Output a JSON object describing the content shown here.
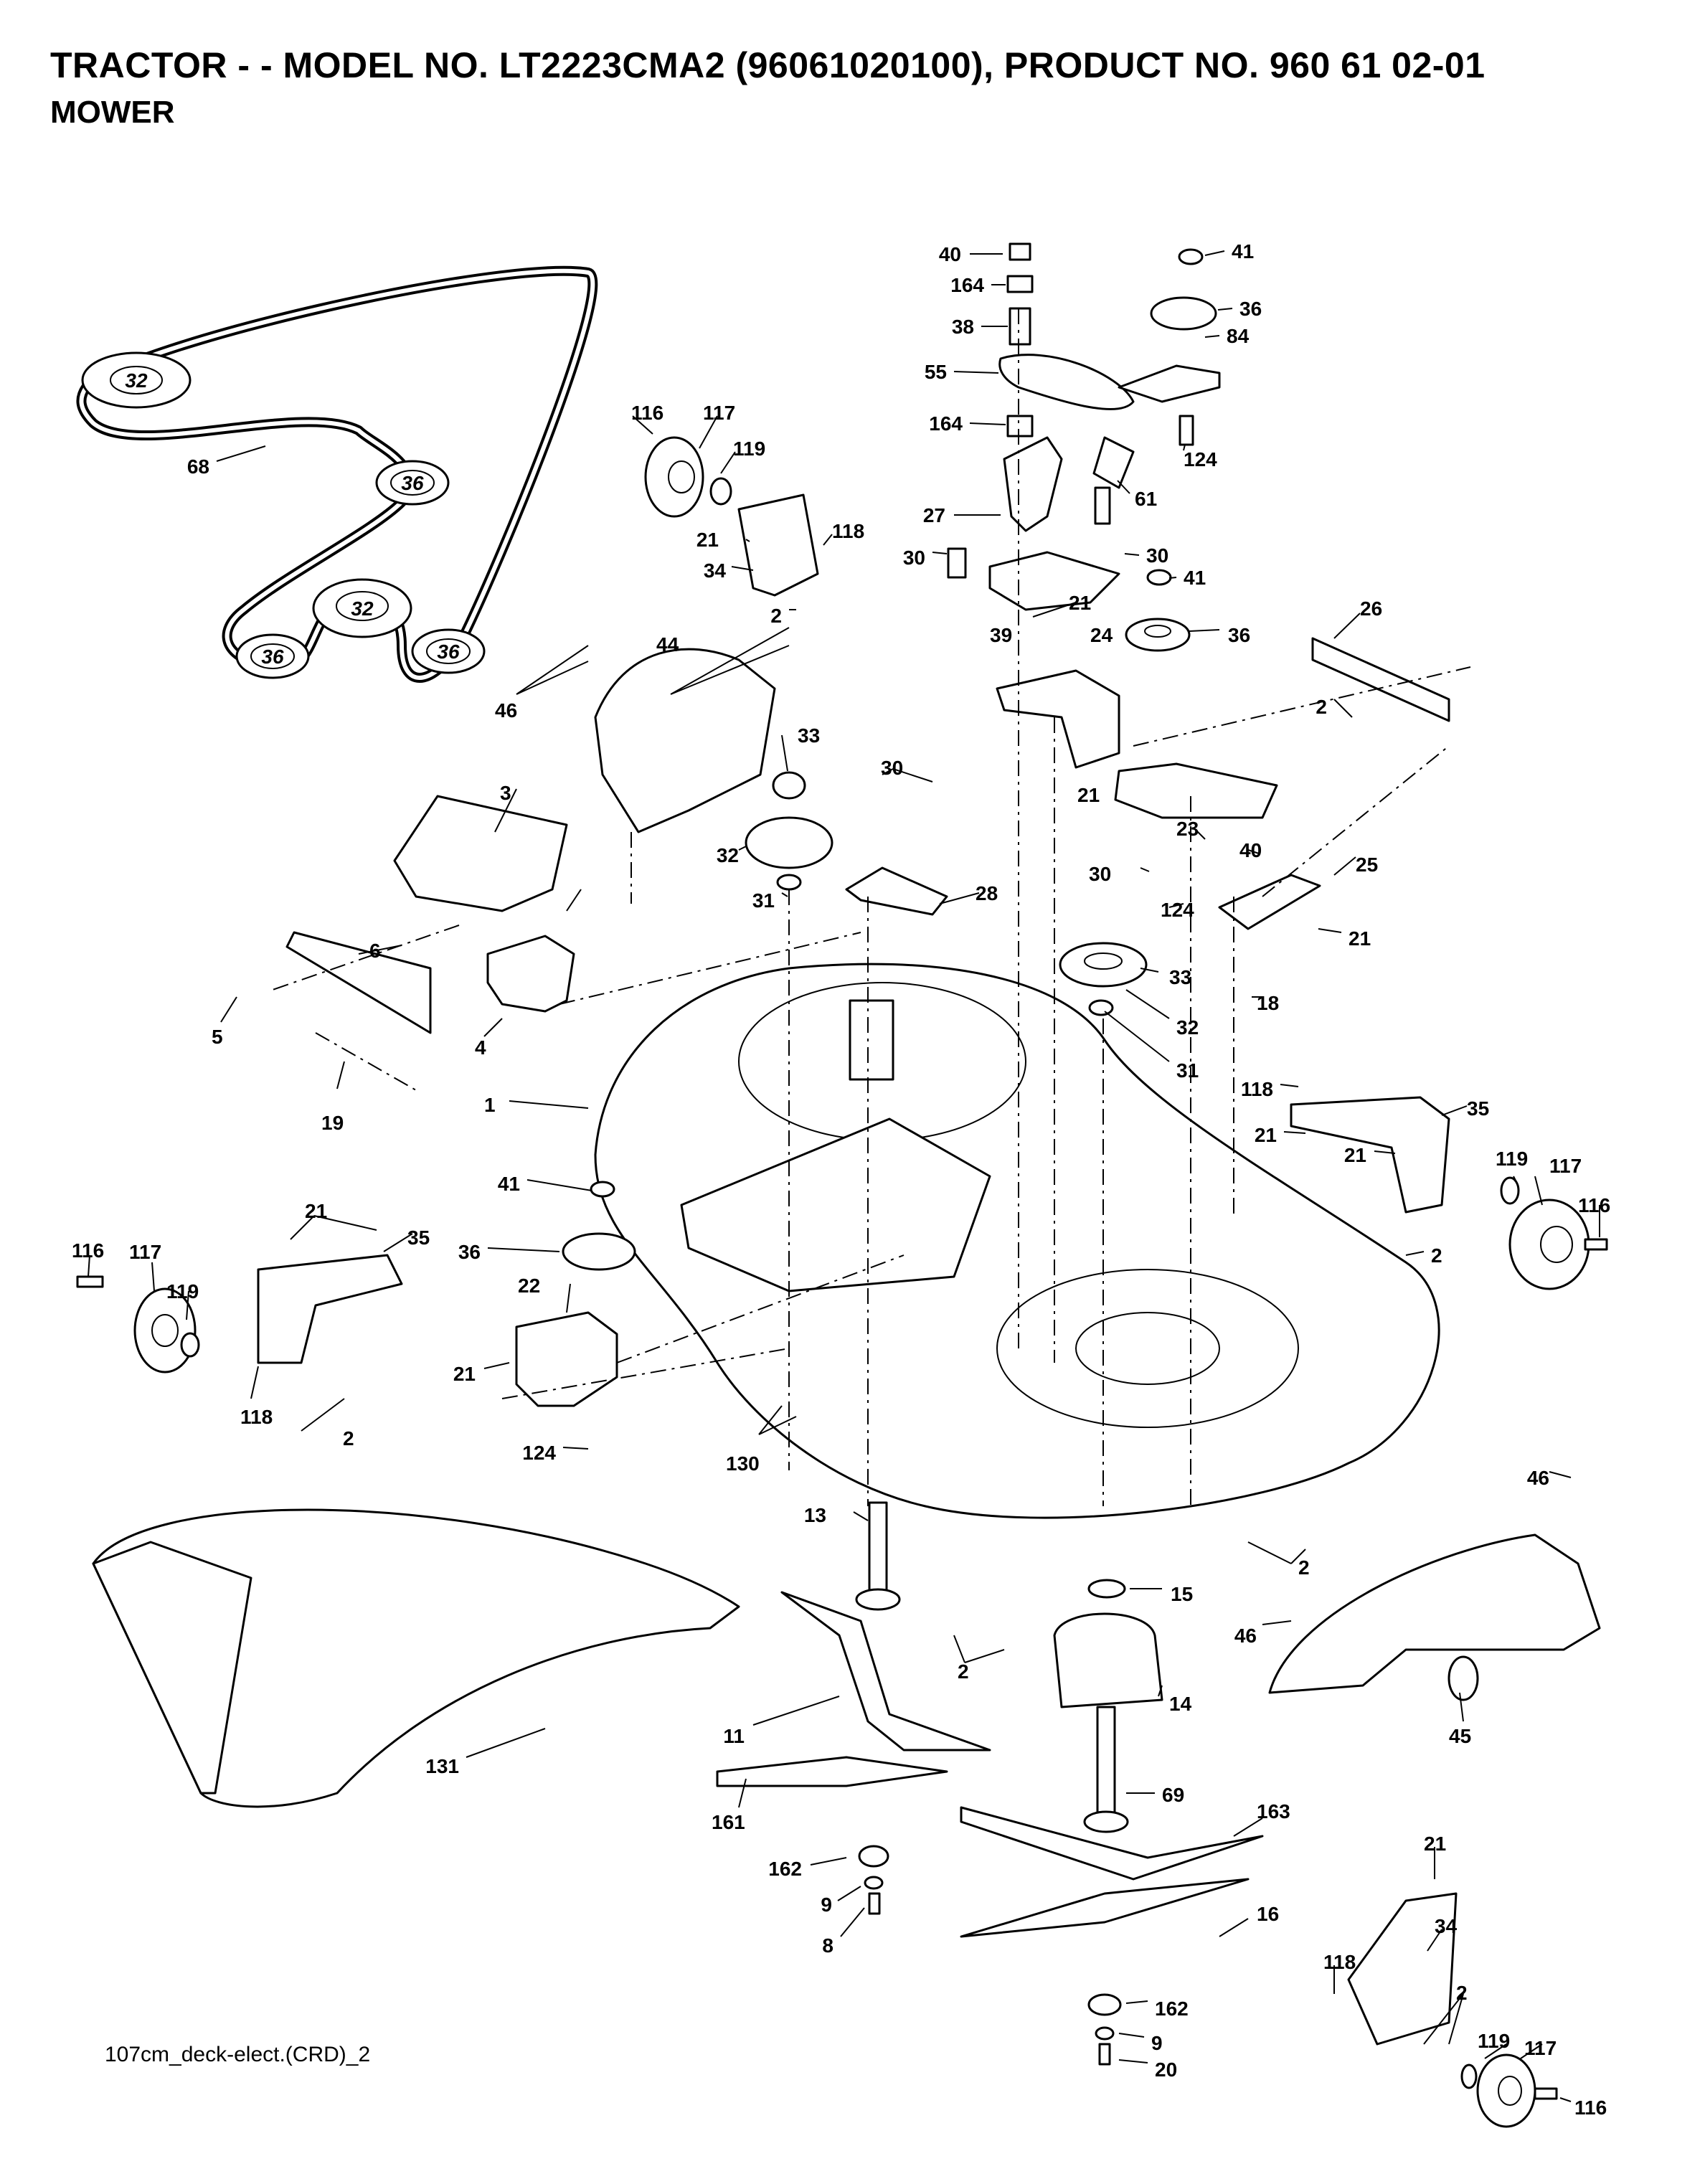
{
  "header": {
    "title": "TRACTOR - - MODEL NO. LT2223CMA2 (96061020100), PRODUCT NO. 960 61 02-01",
    "subtitle": "MOWER"
  },
  "footer": {
    "reference": "107cm_deck-elect.(CRD)_2"
  },
  "callouts": [
    {
      "id": "c40a",
      "text": "40"
    },
    {
      "id": "c41a",
      "text": "41"
    },
    {
      "id": "c164a",
      "text": "164"
    },
    {
      "id": "c36a",
      "text": "36"
    },
    {
      "id": "c38",
      "text": "38"
    },
    {
      "id": "c84",
      "text": "84"
    },
    {
      "id": "c55",
      "text": "55"
    },
    {
      "id": "c164b",
      "text": "164"
    },
    {
      "id": "c124a",
      "text": "124"
    },
    {
      "id": "c116a",
      "text": "116"
    },
    {
      "id": "c117a",
      "text": "117"
    },
    {
      "id": "c119a",
      "text": "119"
    },
    {
      "id": "c68",
      "text": "68"
    },
    {
      "id": "c61",
      "text": "61"
    },
    {
      "id": "c27",
      "text": "27"
    },
    {
      "id": "c118a",
      "text": "118"
    },
    {
      "id": "c21a",
      "text": "21"
    },
    {
      "id": "c30a",
      "text": "30"
    },
    {
      "id": "c30b",
      "text": "30"
    },
    {
      "id": "c34a",
      "text": "34"
    },
    {
      "id": "c41b",
      "text": "41"
    },
    {
      "id": "c2a",
      "text": "2"
    },
    {
      "id": "c21b",
      "text": "21"
    },
    {
      "id": "c39",
      "text": "39"
    },
    {
      "id": "c24",
      "text": "24"
    },
    {
      "id": "c36b",
      "text": "36"
    },
    {
      "id": "c26",
      "text": "26"
    },
    {
      "id": "c46a",
      "text": "46"
    },
    {
      "id": "c44",
      "text": "44"
    },
    {
      "id": "c2b",
      "text": "2"
    },
    {
      "id": "c33a",
      "text": "33"
    },
    {
      "id": "c30c",
      "text": "30"
    },
    {
      "id": "c3",
      "text": "3"
    },
    {
      "id": "c21c",
      "text": "21"
    },
    {
      "id": "c32a",
      "text": "32"
    },
    {
      "id": "c23",
      "text": "23"
    },
    {
      "id": "c40b",
      "text": "40"
    },
    {
      "id": "c25",
      "text": "25"
    },
    {
      "id": "c31a",
      "text": "31"
    },
    {
      "id": "c28",
      "text": "28"
    },
    {
      "id": "c30d",
      "text": "30"
    },
    {
      "id": "c124b",
      "text": "124"
    },
    {
      "id": "c21d",
      "text": "21"
    },
    {
      "id": "c6",
      "text": "6"
    },
    {
      "id": "c33b",
      "text": "33"
    },
    {
      "id": "c18",
      "text": "18"
    },
    {
      "id": "c5",
      "text": "5"
    },
    {
      "id": "c4",
      "text": "4"
    },
    {
      "id": "c32b",
      "text": "32"
    },
    {
      "id": "c31b",
      "text": "31"
    },
    {
      "id": "c19",
      "text": "19"
    },
    {
      "id": "c118b",
      "text": "118"
    },
    {
      "id": "c21e",
      "text": "21"
    },
    {
      "id": "c35a",
      "text": "35"
    },
    {
      "id": "c1",
      "text": "1"
    },
    {
      "id": "c21f",
      "text": "21"
    },
    {
      "id": "c119b",
      "text": "119"
    },
    {
      "id": "c117b",
      "text": "117"
    },
    {
      "id": "c41c",
      "text": "41"
    },
    {
      "id": "c116b",
      "text": "116"
    },
    {
      "id": "c21g",
      "text": "21"
    },
    {
      "id": "c35b",
      "text": "35"
    },
    {
      "id": "c2c",
      "text": "2"
    },
    {
      "id": "c116c",
      "text": "116"
    },
    {
      "id": "c117c",
      "text": "117"
    },
    {
      "id": "c36c",
      "text": "36"
    },
    {
      "id": "c22",
      "text": "22"
    },
    {
      "id": "c119c",
      "text": "119"
    },
    {
      "id": "c21h",
      "text": "21"
    },
    {
      "id": "c118c",
      "text": "118"
    },
    {
      "id": "c2d",
      "text": "2"
    },
    {
      "id": "c124c",
      "text": "124"
    },
    {
      "id": "c130",
      "text": "130"
    },
    {
      "id": "c46b",
      "text": "46"
    },
    {
      "id": "c13",
      "text": "13"
    },
    {
      "id": "c2e",
      "text": "2"
    },
    {
      "id": "c15",
      "text": "15"
    },
    {
      "id": "c46c",
      "text": "46"
    },
    {
      "id": "c2f",
      "text": "2"
    },
    {
      "id": "c14",
      "text": "14"
    },
    {
      "id": "c45",
      "text": "45"
    },
    {
      "id": "c11",
      "text": "11"
    },
    {
      "id": "c131",
      "text": "131"
    },
    {
      "id": "c69",
      "text": "69"
    },
    {
      "id": "c163",
      "text": "163"
    },
    {
      "id": "c161",
      "text": "161"
    },
    {
      "id": "c21i",
      "text": "21"
    },
    {
      "id": "c162a",
      "text": "162"
    },
    {
      "id": "c34b",
      "text": "34"
    },
    {
      "id": "c9a",
      "text": "9"
    },
    {
      "id": "c16",
      "text": "16"
    },
    {
      "id": "c8",
      "text": "8"
    },
    {
      "id": "c118d",
      "text": "118"
    },
    {
      "id": "c2g",
      "text": "2"
    },
    {
      "id": "c162b",
      "text": "162"
    },
    {
      "id": "c119d",
      "text": "119"
    },
    {
      "id": "c9b",
      "text": "9"
    },
    {
      "id": "c117d",
      "text": "117"
    },
    {
      "id": "c20",
      "text": "20"
    },
    {
      "id": "c116d",
      "text": "116"
    }
  ],
  "belt_labels": [
    {
      "id": "b32a",
      "text": "32"
    },
    {
      "id": "b36a",
      "text": "36"
    },
    {
      "id": "b32b",
      "text": "32"
    },
    {
      "id": "b36b",
      "text": "36"
    },
    {
      "id": "b36c",
      "text": "36"
    }
  ]
}
